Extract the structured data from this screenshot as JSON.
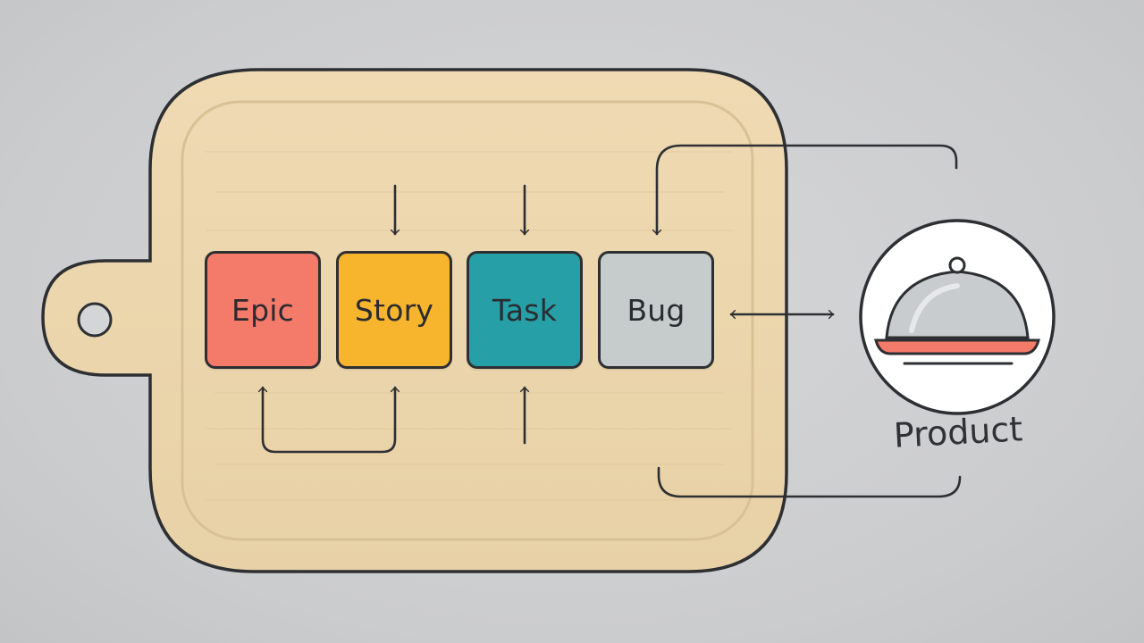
{
  "cards": [
    {
      "label": "Epic",
      "color": "#f47a6a"
    },
    {
      "label": "Story",
      "color": "#f7b52e"
    },
    {
      "label": "Task",
      "color": "#26a0a6"
    },
    {
      "label": "Bug",
      "color": "#c6cbcb"
    }
  ],
  "destination": {
    "label": "Product",
    "icon": "serving-cloche-icon"
  },
  "colors": {
    "board_fill": "#ecd6ad",
    "board_outline": "#2d2f33",
    "background": "#cfd0d2",
    "plate_accent": "#f47a6a"
  }
}
